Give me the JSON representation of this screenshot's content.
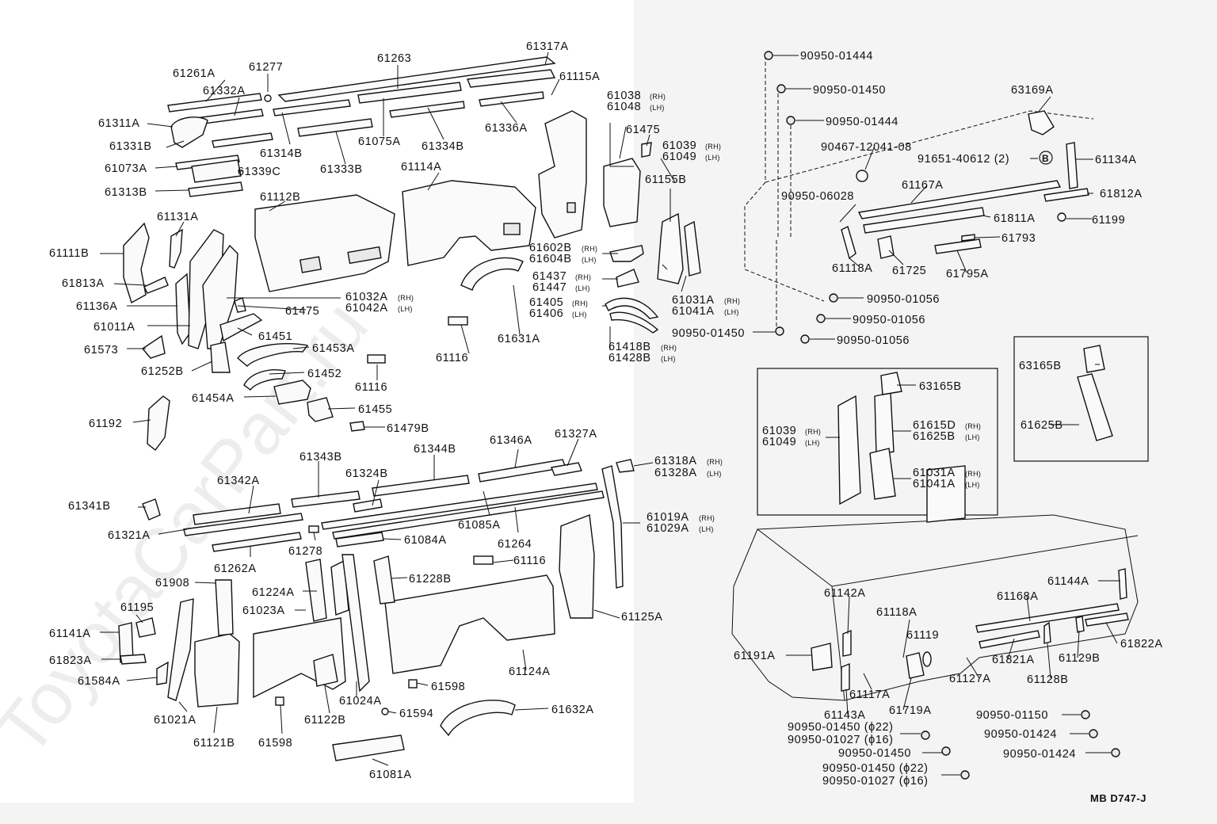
{
  "watermark": "ToyotaCarPart.ru",
  "diagram_code": "MB D747-J",
  "callouts_left_top": [
    {
      "id": "c1",
      "text": "61261A"
    },
    {
      "id": "c2",
      "text": "61277"
    },
    {
      "id": "c3",
      "text": "61263"
    },
    {
      "id": "c4",
      "text": "61317A"
    },
    {
      "id": "c5",
      "text": "61332A"
    },
    {
      "id": "c6",
      "text": "61115A"
    },
    {
      "id": "c7",
      "text": "61311A"
    },
    {
      "id": "c8",
      "text": "61331B"
    },
    {
      "id": "c9",
      "text": "61314B"
    },
    {
      "id": "c10",
      "text": "61075A"
    },
    {
      "id": "c11",
      "text": "61334B"
    },
    {
      "id": "c12",
      "text": "61336A"
    },
    {
      "id": "c13",
      "text": "61073A"
    },
    {
      "id": "c14",
      "text": "61339C"
    },
    {
      "id": "c15",
      "text": "61333B"
    },
    {
      "id": "c16",
      "text": "61114A"
    },
    {
      "id": "c17",
      "text": "61313B"
    },
    {
      "id": "c18",
      "text": "61112B"
    },
    {
      "id": "c19",
      "text": "61131A"
    },
    {
      "id": "c20",
      "text": "61111B"
    },
    {
      "id": "c21",
      "text": "61813A"
    },
    {
      "id": "c22",
      "text": "61136A"
    },
    {
      "id": "c23",
      "text": "61011A"
    },
    {
      "id": "c24",
      "text": "61573"
    },
    {
      "id": "c25",
      "text": "61252B"
    },
    {
      "id": "c26",
      "text": "61192"
    },
    {
      "id": "c27",
      "text": "61475"
    },
    {
      "id": "c28",
      "text": "61451"
    },
    {
      "id": "c29",
      "text": "61453A"
    },
    {
      "id": "c30",
      "text": "61452"
    },
    {
      "id": "c31",
      "text": "61454A"
    },
    {
      "id": "c32",
      "text": "61455"
    },
    {
      "id": "c33",
      "text": "61479B"
    },
    {
      "id": "c34",
      "text": "61116"
    },
    {
      "id": "c35",
      "text": "61116"
    },
    {
      "id": "c36",
      "text": "61631A"
    },
    {
      "id": "c37",
      "text": "61475"
    },
    {
      "id": "c38",
      "text": "61155B"
    }
  ],
  "callouts_left_pairs": [
    {
      "id": "p1",
      "rh": "61032A",
      "lh": "61042A"
    },
    {
      "id": "p2",
      "rh": "61038",
      "lh": "61048"
    },
    {
      "id": "p3",
      "rh": "61039",
      "lh": "61049"
    },
    {
      "id": "p4",
      "rh": "61602B",
      "lh": "61604B"
    },
    {
      "id": "p5",
      "rh": "61437",
      "lh": "61447"
    },
    {
      "id": "p6",
      "rh": "61405",
      "lh": "61406"
    },
    {
      "id": "p7",
      "rh": "61418B",
      "lh": "61428B"
    },
    {
      "id": "p8",
      "rh": "61031A",
      "lh": "61041A"
    },
    {
      "id": "p9",
      "rh": "61318A",
      "lh": "61328A"
    },
    {
      "id": "p10",
      "rh": "61019A",
      "lh": "61029A"
    }
  ],
  "callouts_left_bottom": [
    {
      "id": "b1",
      "text": "61346A"
    },
    {
      "id": "b2",
      "text": "61327A"
    },
    {
      "id": "b3",
      "text": "61343B"
    },
    {
      "id": "b4",
      "text": "61344B"
    },
    {
      "id": "b5",
      "text": "61324B"
    },
    {
      "id": "b6",
      "text": "61342A"
    },
    {
      "id": "b7",
      "text": "61341B"
    },
    {
      "id": "b8",
      "text": "61085A"
    },
    {
      "id": "b9",
      "text": "61321A"
    },
    {
      "id": "b10",
      "text": "61264"
    },
    {
      "id": "b11",
      "text": "61084A"
    },
    {
      "id": "b12",
      "text": "61278"
    },
    {
      "id": "b13",
      "text": "61262A"
    },
    {
      "id": "b14",
      "text": "61116"
    },
    {
      "id": "b15",
      "text": "61228B"
    },
    {
      "id": "b16",
      "text": "61908"
    },
    {
      "id": "b17",
      "text": "61224A"
    },
    {
      "id": "b18",
      "text": "61023A"
    },
    {
      "id": "b19",
      "text": "61195"
    },
    {
      "id": "b20",
      "text": "61125A"
    },
    {
      "id": "b21",
      "text": "61141A"
    },
    {
      "id": "b22",
      "text": "61823A"
    },
    {
      "id": "b23",
      "text": "61124A"
    },
    {
      "id": "b24",
      "text": "61584A"
    },
    {
      "id": "b25",
      "text": "61598"
    },
    {
      "id": "b26",
      "text": "61024A"
    },
    {
      "id": "b27",
      "text": "61021A"
    },
    {
      "id": "b28",
      "text": "61594"
    },
    {
      "id": "b29",
      "text": "61632A"
    },
    {
      "id": "b30",
      "text": "61122B"
    },
    {
      "id": "b31",
      "text": "61121B"
    },
    {
      "id": "b32",
      "text": "61598"
    },
    {
      "id": "b33",
      "text": "61081A"
    }
  ],
  "callouts_right": [
    {
      "id": "r1",
      "text": "90950-01444"
    },
    {
      "id": "r2",
      "text": "90950-01450"
    },
    {
      "id": "r3",
      "text": "90950-01444"
    },
    {
      "id": "r4",
      "text": "63169A"
    },
    {
      "id": "r5",
      "text": "90467-12041-08"
    },
    {
      "id": "r6",
      "text": "91651-40612 (2)"
    },
    {
      "id": "r7",
      "text": "61134A"
    },
    {
      "id": "r8",
      "text": "90950-06028"
    },
    {
      "id": "r9",
      "text": "61167A"
    },
    {
      "id": "r10",
      "text": "61812A"
    },
    {
      "id": "r11",
      "text": "61811A"
    },
    {
      "id": "r12",
      "text": "61199"
    },
    {
      "id": "r13",
      "text": "61793"
    },
    {
      "id": "r14",
      "text": "61118A"
    },
    {
      "id": "r15",
      "text": "61725"
    },
    {
      "id": "r16",
      "text": "61795A"
    },
    {
      "id": "r17",
      "text": "90950-01056"
    },
    {
      "id": "r18",
      "text": "90950-01056"
    },
    {
      "id": "r19",
      "text": "90950-01450"
    },
    {
      "id": "r20",
      "text": "90950-01056"
    },
    {
      "id": "r21",
      "text": "63165B"
    },
    {
      "id": "r22",
      "text": "63165B"
    },
    {
      "id": "r23",
      "text": "61625B"
    },
    {
      "id": "r24",
      "text": "61142A"
    },
    {
      "id": "r25",
      "text": "61144A"
    },
    {
      "id": "r26",
      "text": "61168A"
    },
    {
      "id": "r27",
      "text": "61118A"
    },
    {
      "id": "r28",
      "text": "61119"
    },
    {
      "id": "r29",
      "text": "61191A"
    },
    {
      "id": "r30",
      "text": "61822A"
    },
    {
      "id": "r31",
      "text": "61821A"
    },
    {
      "id": "r32",
      "text": "61129B"
    },
    {
      "id": "r33",
      "text": "61117A"
    },
    {
      "id": "r34",
      "text": "61127A"
    },
    {
      "id": "r35",
      "text": "61128B"
    },
    {
      "id": "r36",
      "text": "61143A"
    },
    {
      "id": "r37",
      "text": "61719A"
    },
    {
      "id": "r38",
      "text": "90950-01150"
    },
    {
      "id": "r39",
      "text": "90950-01450 (ϕ22)"
    },
    {
      "id": "r40",
      "text": "90950-01027 (ϕ16)"
    },
    {
      "id": "r41",
      "text": "90950-01424"
    },
    {
      "id": "r42",
      "text": "90950-01450"
    },
    {
      "id": "r43",
      "text": "90950-01424"
    },
    {
      "id": "r44",
      "text": "90950-01450 (ϕ22)"
    },
    {
      "id": "r45",
      "text": "90950-01027 (ϕ16)"
    },
    {
      "id": "r46",
      "text": "B"
    }
  ],
  "callouts_right_pairs": [
    {
      "id": "q1",
      "rh": "61039",
      "lh": "61049"
    },
    {
      "id": "q2",
      "rh": "61615D",
      "lh": "61625B"
    },
    {
      "id": "q3",
      "rh": "61031A",
      "lh": "61041A"
    }
  ],
  "side_tags": {
    "rh": "(RH)",
    "lh": "(LH)"
  },
  "label_boxes": [
    {
      "id": "d1",
      "text": "63165B"
    }
  ]
}
